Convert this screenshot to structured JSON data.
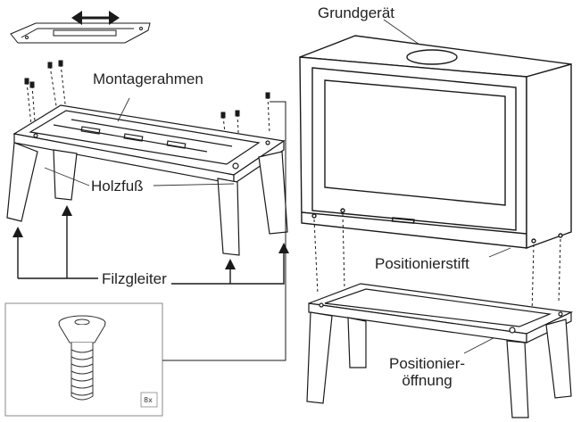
{
  "labels": {
    "grundgeraet": "Grundgerät",
    "montagerahmen": "Montagerahmen",
    "holzfuss": "Holzfuß",
    "filzgleiter": "Filzgleiter",
    "positionierstift": "Positionierstift",
    "positionieroeffnung_line1": "Positionier-",
    "positionieroeffnung_line2": "öffnung"
  },
  "detail": {
    "screw_quantity": "8x"
  },
  "colors": {
    "line": "#1a1a1a",
    "text": "#222222",
    "window_fill": "#ffffff",
    "detail_border": "#888888"
  }
}
